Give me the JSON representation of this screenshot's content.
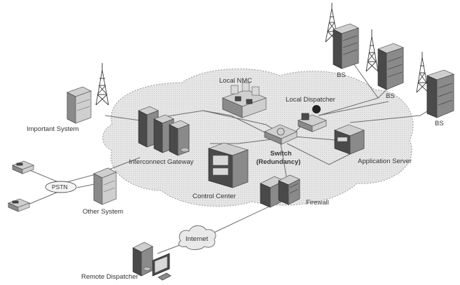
{
  "nodes": {
    "bs_top": "BS",
    "bs_mid": "BS",
    "bs_right": "BS",
    "important_system": "Important  System",
    "local_nmc": "Local NMC",
    "local_dispatcher": "Local Dispatcher",
    "switch_line1": "Switch",
    "switch_line2": "(Redundancy)",
    "interconnect_gateway": "Interconnect Gateway",
    "application_server": "Application Server",
    "control_center": "Control Center",
    "firewall": "Firewall",
    "pstn": "PSTN",
    "other_system": "Other System",
    "internet": "Internet",
    "remote_dispatcher": "Remote Dispatcher"
  }
}
